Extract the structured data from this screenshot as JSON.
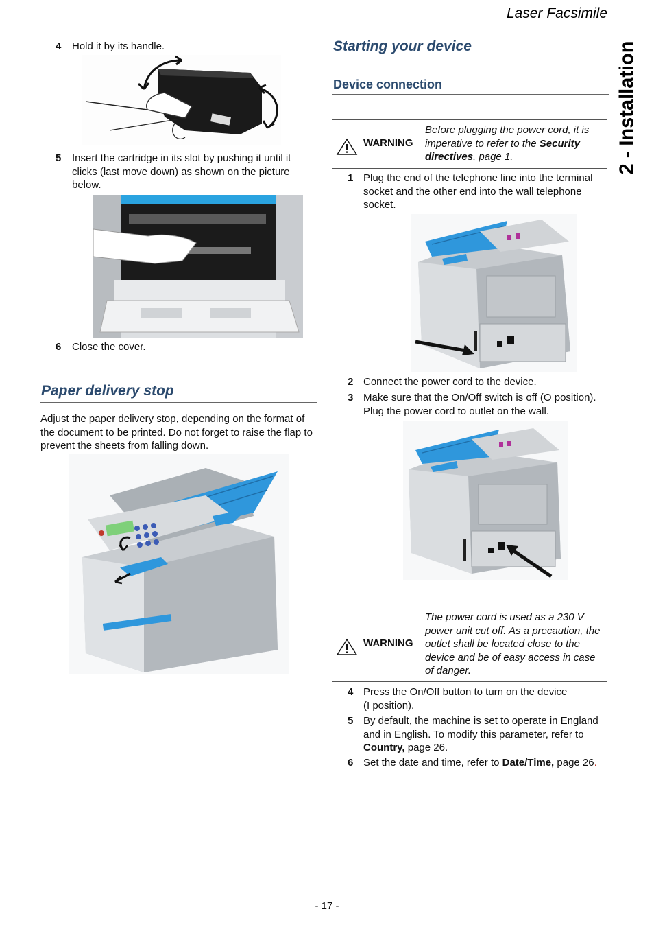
{
  "header": {
    "title": "Laser Facsimile",
    "chapter_tab": "2 - Installation"
  },
  "left": {
    "step4": {
      "num": "4",
      "text": "Hold it by its handle."
    },
    "step5": {
      "num": "5",
      "text": "Insert the cartridge in its slot by pushing it until it clicks (last move down) as shown on the picture below."
    },
    "step6": {
      "num": "6",
      "text": "Close the cover."
    },
    "paper_heading": "Paper delivery stop",
    "paper_text": "Adjust the paper delivery stop, depending on the format of the document to be printed. Do not forget to raise the flap to prevent the sheets from falling down."
  },
  "right": {
    "heading": "Starting your device",
    "subheading": "Device connection",
    "warning1": {
      "label": "WARNING",
      "text_a": "Before plugging the power cord, it is imperative to refer to the ",
      "text_bold": "Security directives",
      "text_b": ", page 1."
    },
    "step1": {
      "num": "1",
      "text": "Plug the end of the telephone line into the terminal socket and the other end into the wall telephone socket."
    },
    "step2": {
      "num": "2",
      "text": "Connect the power cord to the device."
    },
    "step3": {
      "num": "3",
      "text": "Make sure that the On/Off switch is off (O position). Plug the power cord to outlet on the wall."
    },
    "warning2": {
      "label": "WARNING",
      "text": "The power cord is used as a 230 V power unit cut off. As a precaution, the outlet shall be located close to the device and be of easy access in case of danger."
    },
    "step4": {
      "num": "4",
      "text_a": "Press the On/Off button to turn on the device",
      "text_b": "(I position)."
    },
    "step5": {
      "num": "5",
      "text_a": "By default, the machine is set to operate in England and in English. To modify this parameter, refer to ",
      "text_bold": "Country,",
      "text_b": " page 26."
    },
    "step6": {
      "num": "6",
      "text_a": "Set the date and time, refer to ",
      "text_bold": "Date/Time,",
      "text_b": " page 26",
      "text_dot": "."
    }
  },
  "footer": {
    "page": "- 17 -"
  },
  "colors": {
    "heading": "#2b4a6e",
    "accent_blue": "#1f8fd8",
    "red_dot": "#c0392b"
  }
}
